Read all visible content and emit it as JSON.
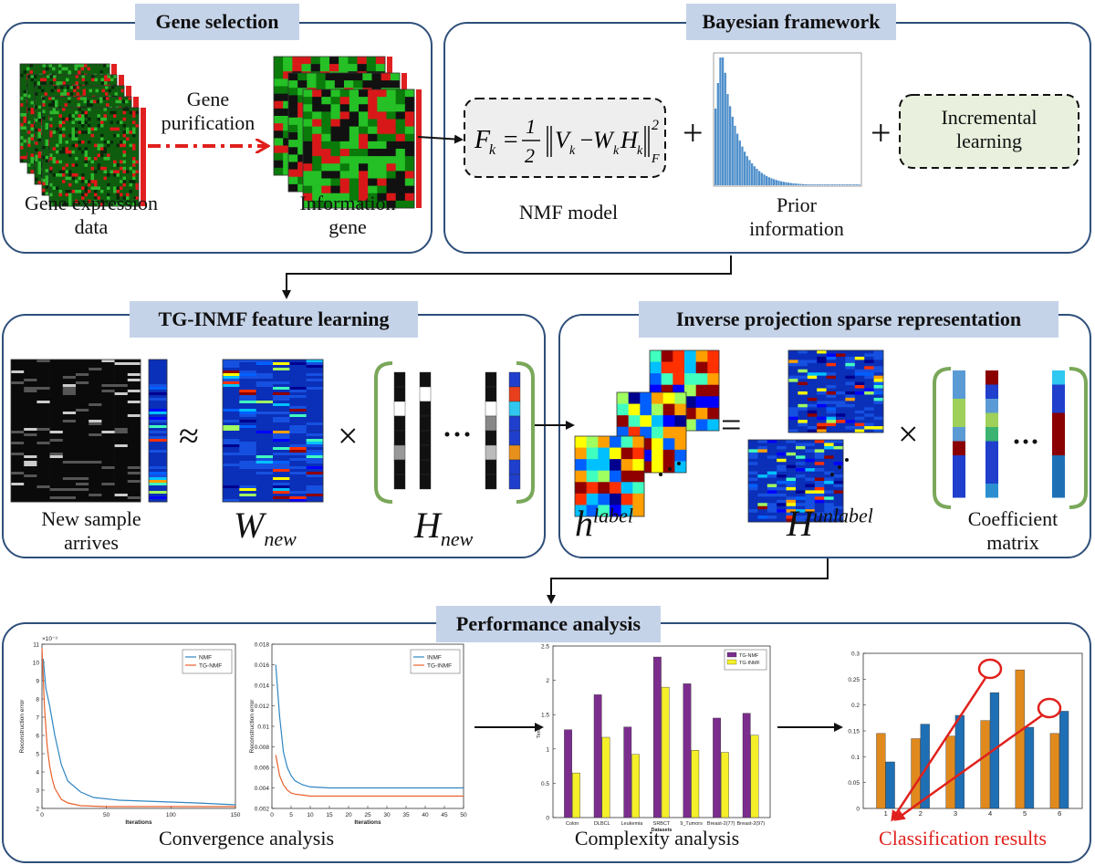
{
  "sections": {
    "gene_selection": "Gene selection",
    "bayesian": "Bayesian framework",
    "tg_inmf": "TG-INMF feature learning",
    "inverse": "Inverse projection sparse representation",
    "performance": "Performance analysis"
  },
  "gene": {
    "expression_line1": "Gene expression",
    "expression_line2": "data",
    "purification_line1": "Gene",
    "purification_line2": "purification",
    "info_line1": "Information",
    "info_line2": "gene"
  },
  "bayes": {
    "nmf_model": "NMF model",
    "prior_line1": "Prior",
    "prior_line2": "information",
    "incremental_line1": "Incremental",
    "incremental_line2": "learning",
    "plus": "+"
  },
  "tg": {
    "new_sample_line1": "New sample",
    "new_sample_line2": "arrives",
    "w_base": "W",
    "w_sub": "new",
    "h_base": "H",
    "h_sub": "new",
    "approx": "≈",
    "times": "×"
  },
  "inv": {
    "h_label_base": "h",
    "h_label_sup": "label",
    "h_unlabel_base": "H",
    "h_unlabel_sup": "unlabel",
    "coef_line1": "Coefficient",
    "coef_line2": "matrix",
    "equals": "=",
    "times": "×"
  },
  "perf": {
    "convergence": "Convergence analysis",
    "complexity": "Complexity analysis",
    "classification": "Classification results",
    "classification_color": "#e0201c"
  },
  "colors": {
    "panel_border": "#2f4f7a",
    "banner_bg": "#c5d3e8",
    "bracket_green": "#7aa85a",
    "purification_arrow": "#e0201c"
  },
  "chart_data": [
    {
      "type": "line",
      "title": "",
      "xlabel": "Iterations",
      "ylabel": "Reconstruction error",
      "y_exponent_label": "×10⁻³",
      "xlim": [
        0,
        150
      ],
      "ylim": [
        2,
        11
      ],
      "xticks": [
        0,
        50,
        100,
        150
      ],
      "yticks": [
        2,
        3,
        4,
        5,
        6,
        7,
        8,
        9,
        10,
        11
      ],
      "legend": "top-right",
      "series": [
        {
          "name": "NMF",
          "color": "#2e86c1",
          "x": [
            1,
            3,
            6,
            10,
            15,
            20,
            30,
            40,
            60,
            80,
            100,
            120,
            150
          ],
          "y": [
            10.2,
            8.6,
            7.6,
            6.0,
            4.4,
            3.5,
            2.9,
            2.6,
            2.45,
            2.4,
            2.35,
            2.3,
            2.2
          ]
        },
        {
          "name": "TG-NMF",
          "color": "#e8602c",
          "x": [
            0,
            2,
            4,
            6,
            8,
            10,
            15,
            20,
            30,
            50,
            100,
            150
          ],
          "y": [
            10.8,
            7.5,
            5.4,
            4.3,
            3.6,
            3.1,
            2.5,
            2.3,
            2.15,
            2.1,
            2.1,
            2.1
          ]
        }
      ]
    },
    {
      "type": "line",
      "title": "",
      "xlabel": "Iterations",
      "ylabel": "Reconstruction error",
      "xlim": [
        0,
        50
      ],
      "ylim": [
        0.002,
        0.018
      ],
      "xticks": [
        0,
        5,
        10,
        15,
        20,
        25,
        30,
        35,
        40,
        45,
        50
      ],
      "yticks": [
        0.002,
        0.004,
        0.006,
        0.008,
        0.01,
        0.012,
        0.014,
        0.016,
        0.018
      ],
      "legend": "top-right",
      "series": [
        {
          "name": "INMF",
          "color": "#2e86c1",
          "x": [
            1,
            2,
            3,
            4,
            5,
            6,
            8,
            10,
            15,
            20,
            30,
            40,
            50
          ],
          "y": [
            0.016,
            0.011,
            0.0075,
            0.006,
            0.0052,
            0.0047,
            0.0043,
            0.0041,
            0.004,
            0.004,
            0.004,
            0.004,
            0.004
          ]
        },
        {
          "name": "TG-INMF",
          "color": "#e8602c",
          "x": [
            1,
            2,
            3,
            4,
            5,
            6,
            8,
            10,
            15,
            20,
            30,
            40,
            50
          ],
          "y": [
            0.0072,
            0.0052,
            0.0043,
            0.0038,
            0.0035,
            0.0034,
            0.0033,
            0.0032,
            0.0032,
            0.0032,
            0.0032,
            0.0032,
            0.0032
          ]
        }
      ]
    },
    {
      "type": "bar",
      "title": "",
      "xlabel": "Datasets",
      "ylabel": "Times",
      "categories": [
        "Colon",
        "DLBCL",
        "Leukemia",
        "SRBCT",
        "9_Tumors",
        "Breast-2(77)",
        "Breast-2(97)"
      ],
      "ylim": [
        0,
        2.5
      ],
      "yticks": [
        0,
        0.5,
        1,
        1.5,
        2,
        2.5
      ],
      "legend": "top-right",
      "series": [
        {
          "name": "TG-NMF",
          "color": "#7b2d8e",
          "values": [
            1.28,
            1.79,
            1.32,
            2.34,
            1.95,
            1.45,
            1.52
          ]
        },
        {
          "name": "TG-INMF",
          "color": "#f5ef2a",
          "values": [
            0.65,
            1.17,
            0.92,
            1.9,
            0.98,
            0.95,
            1.2
          ]
        }
      ]
    },
    {
      "type": "bar",
      "title": "",
      "xlabel": "",
      "ylabel": "",
      "categories": [
        "1",
        "2",
        "3",
        "4",
        "5",
        "6"
      ],
      "ylim": [
        0,
        0.3
      ],
      "yticks": [
        0,
        0.05,
        0.1,
        0.15,
        0.2,
        0.25,
        0.3
      ],
      "series": [
        {
          "color": "#e08a1e",
          "values": [
            0.145,
            0.135,
            0.14,
            0.17,
            0.268,
            0.145
          ]
        },
        {
          "color": "#1f6fb5",
          "values": [
            0.09,
            0.163,
            0.18,
            0.224,
            0.157,
            0.188
          ]
        }
      ]
    }
  ]
}
